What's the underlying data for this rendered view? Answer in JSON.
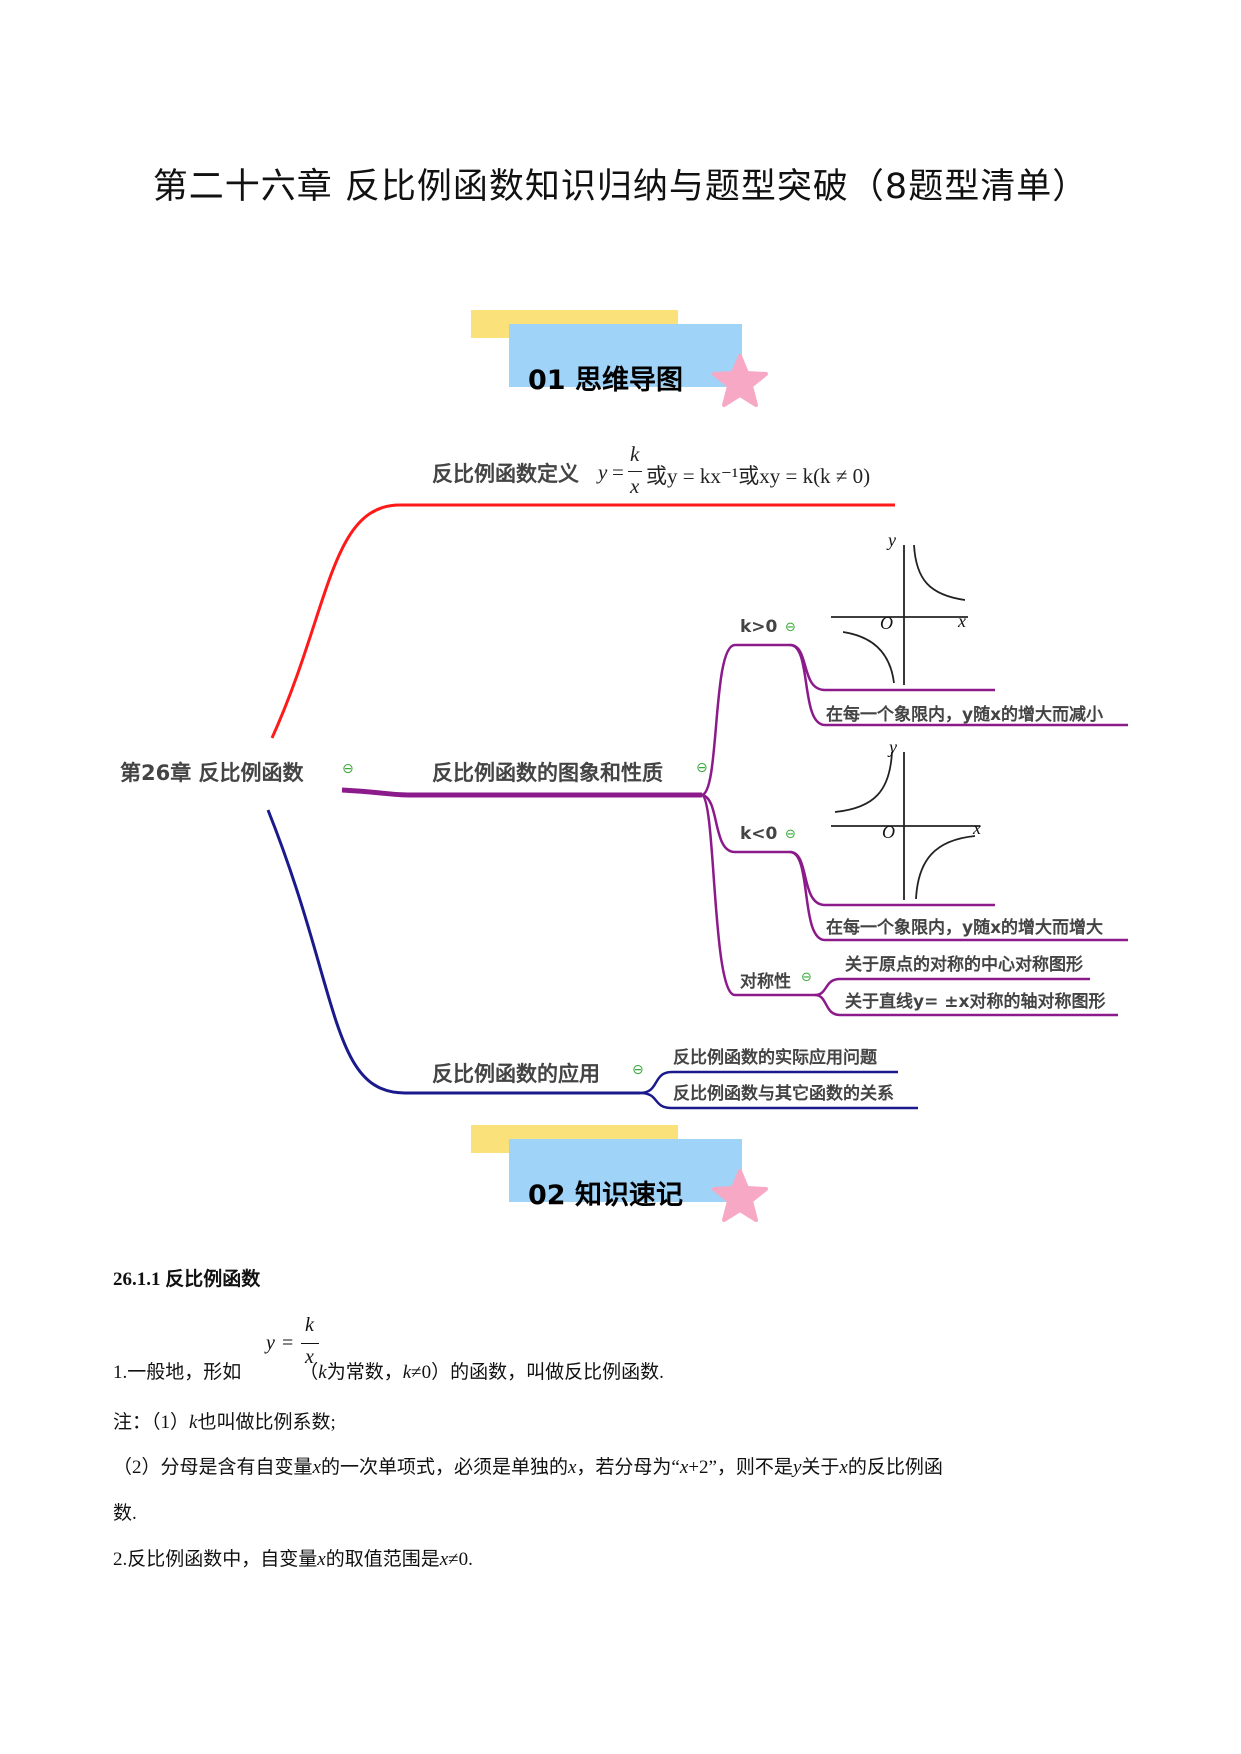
{
  "title": "第二十六章  反比例函数知识归纳与题型突破（8题型清单）",
  "banners": [
    {
      "label": "01  思维导图"
    },
    {
      "label": "02  知识速记"
    }
  ],
  "mindmap": {
    "root": "第26章 反比例函数",
    "definition_label": "反比例函数定义",
    "definition_formula": {
      "y": "y",
      "eq": "=",
      "num": "k",
      "den": "x",
      "rest": "或y = kx⁻¹或xy = k(k ≠ 0)"
    },
    "graph_label": "反比例函数的图象和性质",
    "k_pos": "k>0",
    "k_pos_desc": "在每一个象限内，y随x的增大而减小",
    "k_neg": "k<0",
    "k_neg_desc": "在每一个象限内，y随x的增大而增大",
    "symmetry": "对称性",
    "symmetry_items": [
      "关于原点的对称的中心对称图形",
      "关于直线y= ±x对称的轴对称图形"
    ],
    "application_label": "反比例函数的应用",
    "application_items": [
      "反比例函数的实际应用问题",
      "反比例函数与其它函数的关系"
    ],
    "axis_y": "y",
    "axis_x": "x",
    "axis_o": "O",
    "collapse_icon": "⊖",
    "colors": {
      "red": "#ff1a1a",
      "purple": "#8b1a8b",
      "navy": "#1a1a8c",
      "collapse": "#3aa83a"
    }
  },
  "section": {
    "heading": "26.1.1 反比例函数",
    "formula_y": "y",
    "formula_eq": "=",
    "formula_num": "k",
    "formula_den": "x",
    "p1_a": "1.一般地，形如",
    "p1_b": "（",
    "p1_k1": "k",
    "p1_c": "为常数，",
    "p1_k2": "k",
    "p1_d": "≠0）的函数，叫做反比例函数.",
    "note_a": "注：（1）",
    "note_k": "k",
    "note_b": "也叫做比例系数;",
    "n2_a": "（2）分母是含有自变量",
    "n2_x1": "x",
    "n2_b": "的一次单项式，必须是单独的",
    "n2_x2": "x",
    "n2_c": "，若分母为“",
    "n2_x3": "x",
    "n2_d": "+2”，则不是",
    "n2_y": "y",
    "n2_e": "关于",
    "n2_x4": "x",
    "n2_f": "的反比例函",
    "n2_cont": "数.",
    "p2_a": "2.反比例函数中，自变量",
    "p2_x": "x",
    "p2_b": "的取值范围是",
    "p2_x2": "x",
    "p2_c": "≠0."
  }
}
